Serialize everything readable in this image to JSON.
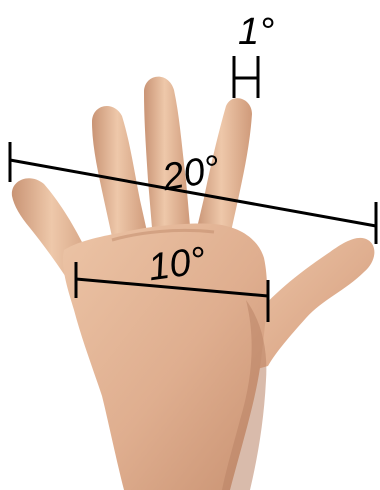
{
  "labels": {
    "one_degree": "1°",
    "ten_degrees": "10°",
    "twenty_degrees": "20°"
  },
  "colors": {
    "skin_light": "#e9bea0",
    "skin_mid": "#d9a585",
    "skin_dark": "#b98466",
    "line": "#000000",
    "background": "#ffffff"
  }
}
